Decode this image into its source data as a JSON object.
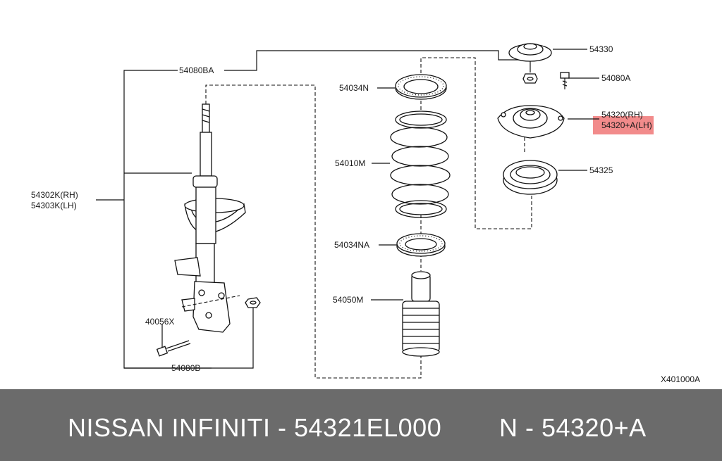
{
  "labels": {
    "p54330": "54330",
    "p54080A": "54080A",
    "p54080BA": "54080BA",
    "p54034N": "54034N",
    "p54320RH": "54320(RH)",
    "p54320ALH": "54320+A(LH)",
    "p54010M": "54010M",
    "p54325": "54325",
    "p54302K": "54302K(RH)",
    "p54303K": "54303K(LH)",
    "p54034NA": "54034NA",
    "p54050M": "54050M",
    "p40056X": "40056X",
    "p54080B": "54080B",
    "diagram_code": "X401000A"
  },
  "highlight_color": "#f28b8b",
  "footer": {
    "part_title": "NISSAN  INFINITI - 54321EL000",
    "part_ref": "N - 54320+A"
  }
}
